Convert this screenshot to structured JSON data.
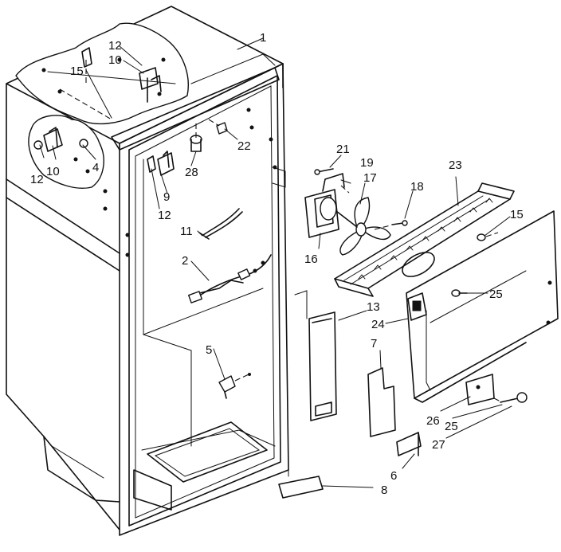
{
  "colors": {
    "line": "#111111",
    "background": "#ffffff"
  },
  "callouts": [
    {
      "id": "1",
      "text": "1"
    },
    {
      "id": "2",
      "text": "2"
    },
    {
      "id": "4",
      "text": "4"
    },
    {
      "id": "5",
      "text": "5"
    },
    {
      "id": "6",
      "text": "6"
    },
    {
      "id": "7",
      "text": "7"
    },
    {
      "id": "8",
      "text": "8"
    },
    {
      "id": "9",
      "text": "9"
    },
    {
      "id": "10a",
      "text": "10"
    },
    {
      "id": "10b",
      "text": "10"
    },
    {
      "id": "11",
      "text": "11"
    },
    {
      "id": "12a",
      "text": "12"
    },
    {
      "id": "12b",
      "text": "12"
    },
    {
      "id": "12c",
      "text": "12"
    },
    {
      "id": "13",
      "text": "13"
    },
    {
      "id": "15a",
      "text": "15"
    },
    {
      "id": "15b",
      "text": "15"
    },
    {
      "id": "16",
      "text": "16"
    },
    {
      "id": "17",
      "text": "17"
    },
    {
      "id": "18",
      "text": "18"
    },
    {
      "id": "19",
      "text": "19"
    },
    {
      "id": "21",
      "text": "21"
    },
    {
      "id": "22",
      "text": "22"
    },
    {
      "id": "23",
      "text": "23"
    },
    {
      "id": "24",
      "text": "24"
    },
    {
      "id": "25a",
      "text": "25"
    },
    {
      "id": "25b",
      "text": "25"
    },
    {
      "id": "26",
      "text": "26"
    },
    {
      "id": "27",
      "text": "27"
    },
    {
      "id": "28",
      "text": "28"
    }
  ]
}
